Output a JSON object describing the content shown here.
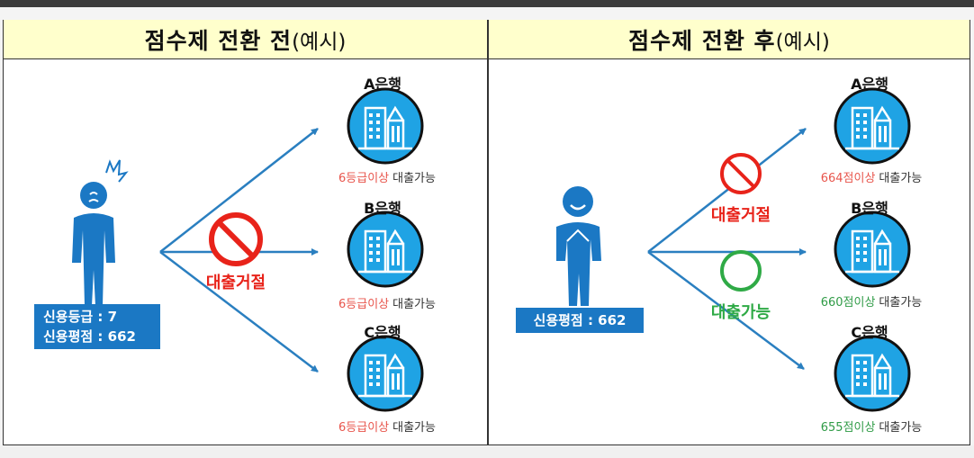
{
  "left": {
    "title_main": "점수제 전환 전",
    "title_sub": "(예시)",
    "person_info": [
      "신용등급 : 7",
      "신용평점 : 662"
    ],
    "reject_label": "대출거절",
    "banks": [
      {
        "name": "A은행",
        "requirement": "6등급이상",
        "status": "대출가능"
      },
      {
        "name": "B은행",
        "requirement": "6등급이상",
        "status": "대출가능"
      },
      {
        "name": "C은행",
        "requirement": "6등급이상",
        "status": "대출가능"
      }
    ]
  },
  "right": {
    "title_main": "점수제 전환 후",
    "title_sub": "(예시)",
    "person_info": [
      "신용평점 : 662"
    ],
    "reject_label": "대출거절",
    "possible_label": "대출가능",
    "banks": [
      {
        "name": "A은행",
        "requirement": "664점이상",
        "status": "대출가능"
      },
      {
        "name": "B은행",
        "requirement": "660점이상",
        "status": "대출가능"
      },
      {
        "name": "C은행",
        "requirement": "655점이상",
        "status": "대출가능"
      }
    ]
  },
  "colors": {
    "header_bg": "#ffffcc",
    "bank_circle": "#1fa3e4",
    "arrow": "#2a7fc0",
    "person": "#1b78c4",
    "reject_red": "#e8231a",
    "possible_green": "#2faa46"
  },
  "icons": {
    "bank": "bank-building-icon",
    "reject": "prohibited-icon",
    "possible": "circle-ok-icon",
    "person_stressed": "stressed-person-icon",
    "person_happy": "happy-person-icon"
  }
}
